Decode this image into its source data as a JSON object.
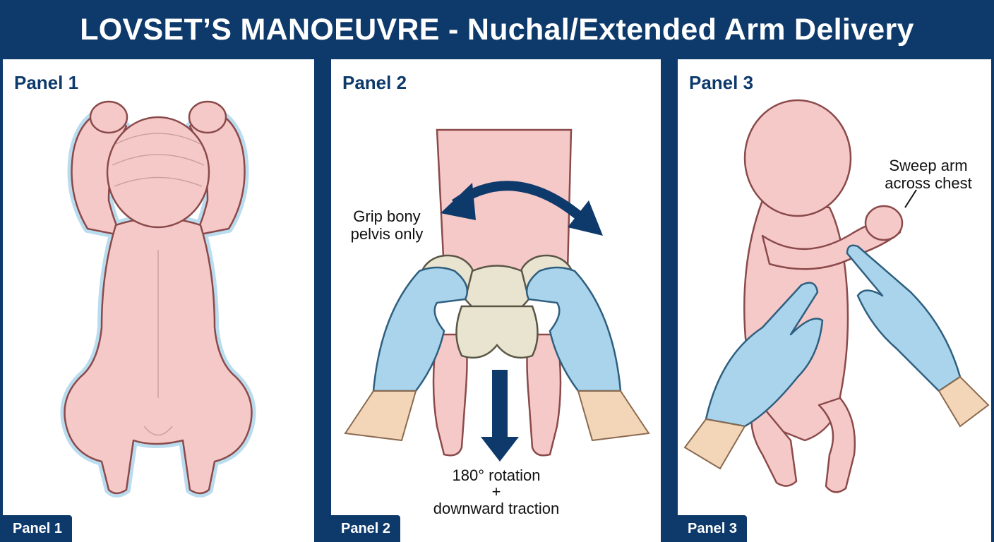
{
  "title": "LOVSET’S MANOEUVRE - Nuchal/Extended Arm Delivery",
  "colors": {
    "navy": "#0e3a6b",
    "skin": "#f6c9c9",
    "skin_outline": "#8b4a4a",
    "glove": "#a9d4ec",
    "bone": "#e9e4cf",
    "halo": "#b9dcef"
  },
  "panels": [
    {
      "title": "Panel 1",
      "tab": "Panel 1"
    },
    {
      "title": "Panel 2",
      "tab": "Panel 2",
      "labels": {
        "grip": "Grip bony pelvis only",
        "rotation": "180° rotation",
        "plus": "+",
        "traction": "downward traction"
      },
      "icons": [
        "rotation-arrow-icon",
        "downward-arrow-icon"
      ]
    },
    {
      "title": "Panel 3",
      "tab": "Panel 3",
      "labels": {
        "sweep": "Sweep arm across chest"
      }
    }
  ]
}
